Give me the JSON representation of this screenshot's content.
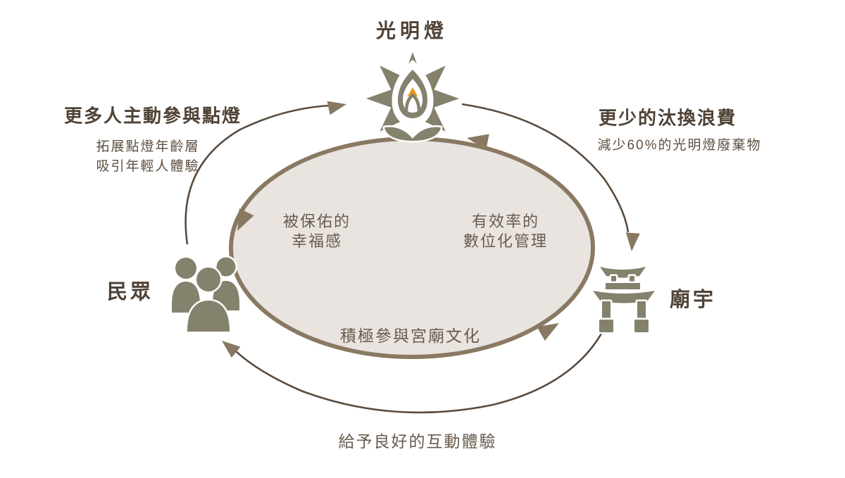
{
  "nodes": {
    "lamp": {
      "label": "光明燈",
      "icon": "lotus-lamp-icon"
    },
    "people": {
      "label": "民眾",
      "icon": "people-group-icon"
    },
    "temple": {
      "label": "廟宇",
      "icon": "temple-gate-icon"
    }
  },
  "outer_cycle": {
    "people_to_lamp": {
      "heading": "更多人主動參與點燈",
      "detail_1": "拓展點燈年齡層",
      "detail_2": "吸引年輕人體驗"
    },
    "lamp_to_temple": {
      "heading": "更少的汰換浪費",
      "detail_1": "減少60%的光明燈廢棄物"
    },
    "temple_to_people": {
      "heading": "給予良好的互動體驗"
    }
  },
  "inner_cycle": {
    "lamp_to_people": {
      "line_1": "被保佑的",
      "line_2": "幸福感"
    },
    "temple_to_lamp": {
      "line_1": "有效率的",
      "line_2": "數位化管理"
    },
    "people_to_temple": {
      "line_1": "積極參與宮廟文化"
    }
  },
  "colors": {
    "icon_olive": "#84816d",
    "ellipse_fill": "#e9e4e0",
    "ellipse_rim": "#8a7962",
    "arc_line": "#5a4b3e",
    "arrowhead": "#8a7962",
    "flame_orange": "#ef9514",
    "text_dark": "#4f4236",
    "text_medium": "#695b4e",
    "background": "#ffffff"
  }
}
